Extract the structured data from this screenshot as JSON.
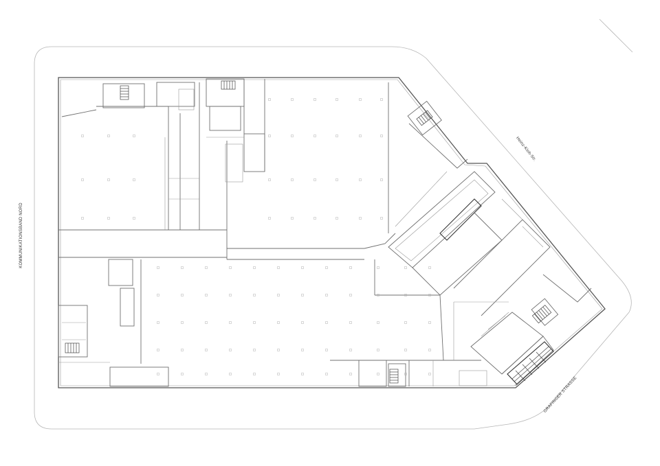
{
  "labels": {
    "street_west": "KOMMUNIKATIONSBAND NORD",
    "street_northeast": "Heinz-Kloh-Str.",
    "street_southeast": "GRAFINGER STRASSE"
  },
  "colors": {
    "background": "#ffffff",
    "lines": "#6f6f6f",
    "site_boundary": "#b5b5b5"
  }
}
